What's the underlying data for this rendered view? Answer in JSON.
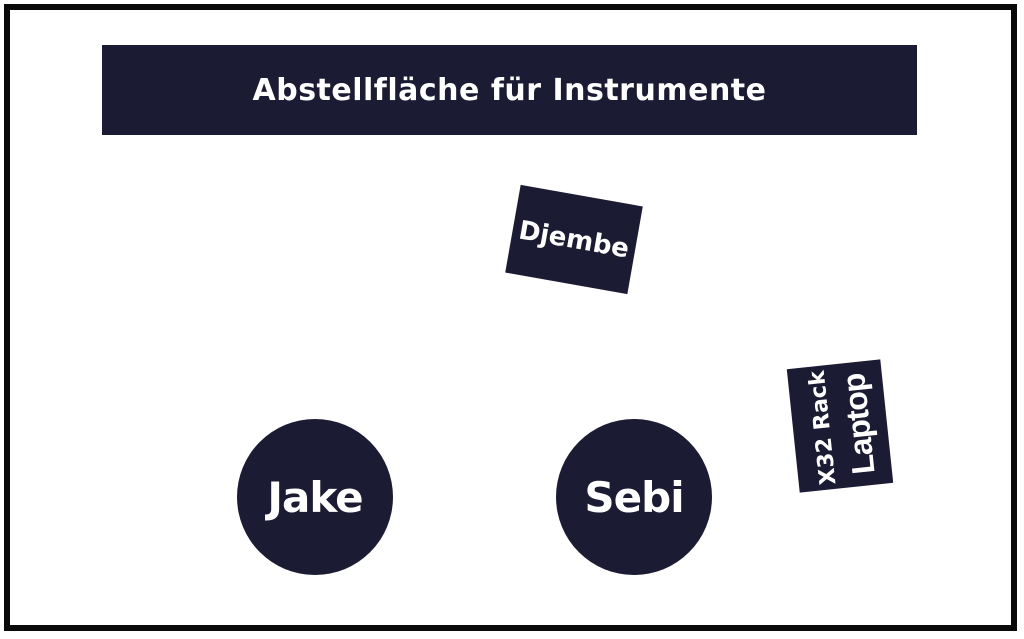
{
  "theme": {
    "background": "#ffffff",
    "frame_color": "#0a0a0a",
    "shape_color": "#1b1b33",
    "label_color": "#ffffff"
  },
  "stage_plan": {
    "storage_banner": {
      "label": "Abstellfläche für Instrumente"
    },
    "djembe": {
      "label": "Djembe"
    },
    "positions": [
      {
        "label": "Jake"
      },
      {
        "label": "Sebi"
      }
    ],
    "rack": {
      "label_top": "X32 Rack",
      "label_bottom": "Laptop"
    }
  }
}
